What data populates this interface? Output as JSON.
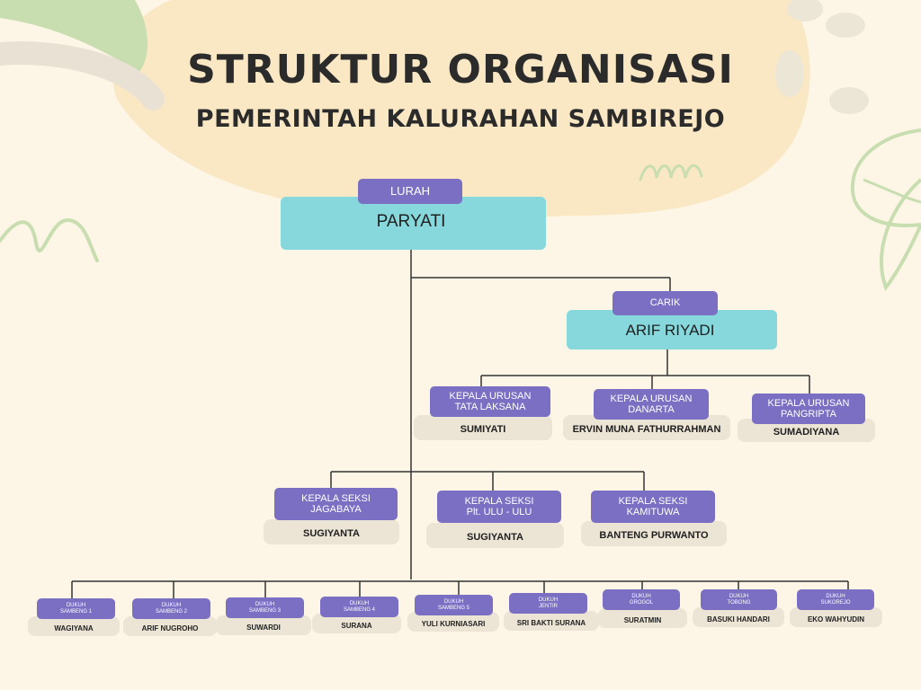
{
  "header": {
    "title": "STRUKTUR ORGANISASI",
    "subtitle": "PEMERINTAH KALURAHAN SAMBIREJO"
  },
  "lurah": {
    "position": "LURAH",
    "name": "PARYATI"
  },
  "carik": {
    "position": "CARIK",
    "name": "ARIF RIYADI"
  },
  "kepala_urusan": [
    {
      "position": "KEPALA URUSAN\nTATA LAKSANA",
      "name": "SUMIYATI"
    },
    {
      "position": "KEPALA URUSAN\nDANARTA",
      "name": "ERVIN MUNA FATHURRAHMAN"
    },
    {
      "position": "KEPALA URUSAN\nPANGRIPTA",
      "name": "SUMADIYANA"
    }
  ],
  "kepala_seksi": [
    {
      "position": "KEPALA SEKSI\nJAGABAYA",
      "name": "SUGIYANTA"
    },
    {
      "position": "KEPALA SEKSI\nPlt. ULU - ULU",
      "name": "SUGIYANTA"
    },
    {
      "position": "KEPALA SEKSI\nKAMITUWA",
      "name": "BANTENG PURWANTO"
    }
  ],
  "dukuh": [
    {
      "position": "DUKUH\nSAMBENG 1",
      "name": "WAGIYANA"
    },
    {
      "position": "DUKUH\nSAMBENG 2",
      "name": "ARIF NUGROHO"
    },
    {
      "position": "DUKUH\nSAMBENG 3",
      "name": "SUWARDI"
    },
    {
      "position": "DUKUH\nSAMBENG 4",
      "name": "SURANA"
    },
    {
      "position": "DUKUH\nSAMBENG 5",
      "name": "YULI KURNIASARI"
    },
    {
      "position": "DUKUH\nJENTIR",
      "name": "SRI BAKTI SURANA"
    },
    {
      "position": "DUKUH\nGROGOL",
      "name": "SURATMIN"
    },
    {
      "position": "DUKUH\nTOBONG",
      "name": "BASUKI HANDARI"
    },
    {
      "position": "DUKUH\nSUKOREJO",
      "name": "EKO WAHYUDIN"
    }
  ],
  "colors": {
    "background": "#fdf6e6",
    "blob": "#fae8c4",
    "teal": "#86d8dc",
    "pill": "#7a6fc2",
    "name_box": "#ece4d5",
    "line": "#333333",
    "leaf": "#c9deb0"
  }
}
